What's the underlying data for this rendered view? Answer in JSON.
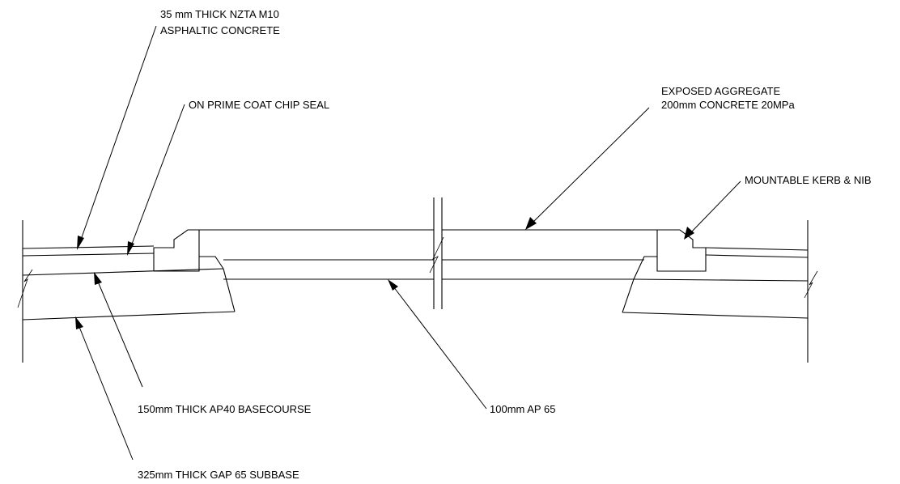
{
  "callouts": {
    "asphaltic": {
      "line1": "35 mm THICK NZTA M10",
      "line2": "ASPHALTIC CONCRETE"
    },
    "chip_seal": "ON PRIME COAT CHIP SEAL",
    "concrete": {
      "line1": "EXPOSED AGGREGATE",
      "line2": "200mm CONCRETE 20MPa"
    },
    "kerb": "MOUNTABLE KERB & NIB",
    "basecourse": "150mm THICK AP40 BASECOURSE",
    "ap65": "100mm AP 65",
    "subbase": "325mm THICK GAP 65 SUBBASE"
  },
  "colors": {
    "ink": "#000000",
    "paper": "#ffffff"
  }
}
